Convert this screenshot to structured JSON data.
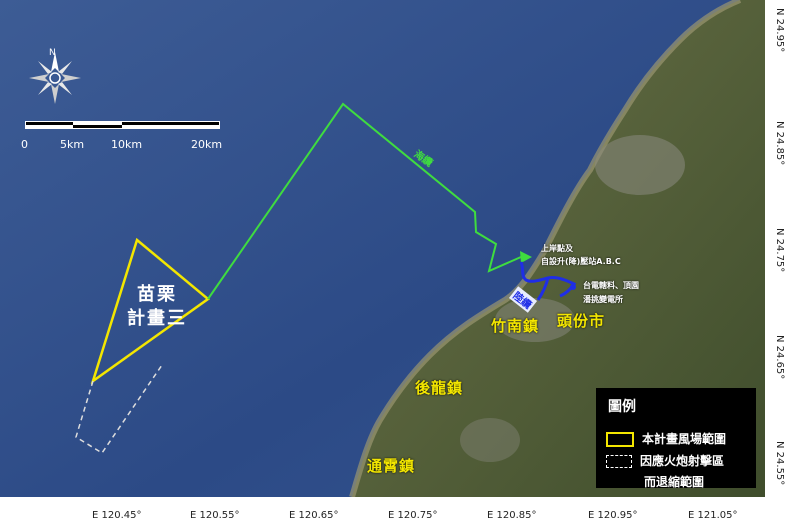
{
  "scale_bar": {
    "labels": [
      "0",
      "5km",
      "10km",
      "20km"
    ]
  },
  "north_arrow": {
    "label": "N"
  },
  "zones": {
    "planned_zone": {
      "label_lines": [
        "苗栗",
        "計畫三"
      ],
      "color": "#f3e600"
    },
    "removed_zone": {
      "color": "#dddddd"
    }
  },
  "cables": {
    "sea_cable": {
      "label": "海纜",
      "color": "#3fdc3f"
    },
    "land_cable": {
      "label": "陸纜",
      "color": "#1f2ee6"
    }
  },
  "annotations": {
    "landing_point_line1": "上岸點及",
    "landing_point_line2": "自設升(降)壓站A.B.C",
    "substation_line1": "台電轄料、頂園",
    "substation_line2": "潘挑變電所"
  },
  "places": {
    "zhunan": "竹南鎮",
    "toufen": "頭份市",
    "houlong": "後龍鎮",
    "tongxiao": "通霄鎮"
  },
  "axes": {
    "longitude_labels": [
      "E 120.45°",
      "E 120.55°",
      "E 120.65°",
      "E 120.75°",
      "E 120.85°",
      "E 120.95°",
      "E 121.05°"
    ],
    "latitude_labels": [
      "N 24.95°",
      "N 24.85°",
      "N 24.75°",
      "N 24.65°",
      "N 24.55°"
    ]
  },
  "legend": {
    "title": "圖例",
    "item_yellow": "本計畫風場範圍",
    "item_dashed_line1": "因應火炮射擊區",
    "item_dashed_line2": "而退縮範圍"
  },
  "colors": {
    "sea": "#2c4a86",
    "land": "#7a7a52",
    "coast": "#8f8f66"
  }
}
